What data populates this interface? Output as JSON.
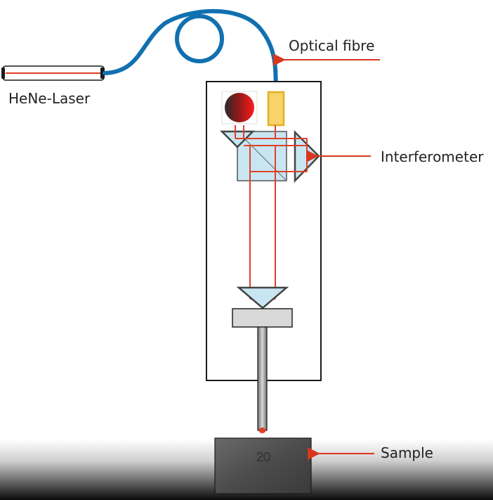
{
  "labels": {
    "laser": "HeNe-Laser",
    "fibre": "Optical fibre",
    "interferometer": "Interferometer",
    "sample": "Sample"
  },
  "sample_marking": "20",
  "colors": {
    "beam": "#e0402a",
    "arrow": "#d8381e",
    "fibre": "#1170b0",
    "connector": "#f7d36a",
    "optics": "#c8e6f2",
    "housing": "#222222",
    "stage": "#d8d8d8",
    "sample": "#4a4a4a"
  }
}
